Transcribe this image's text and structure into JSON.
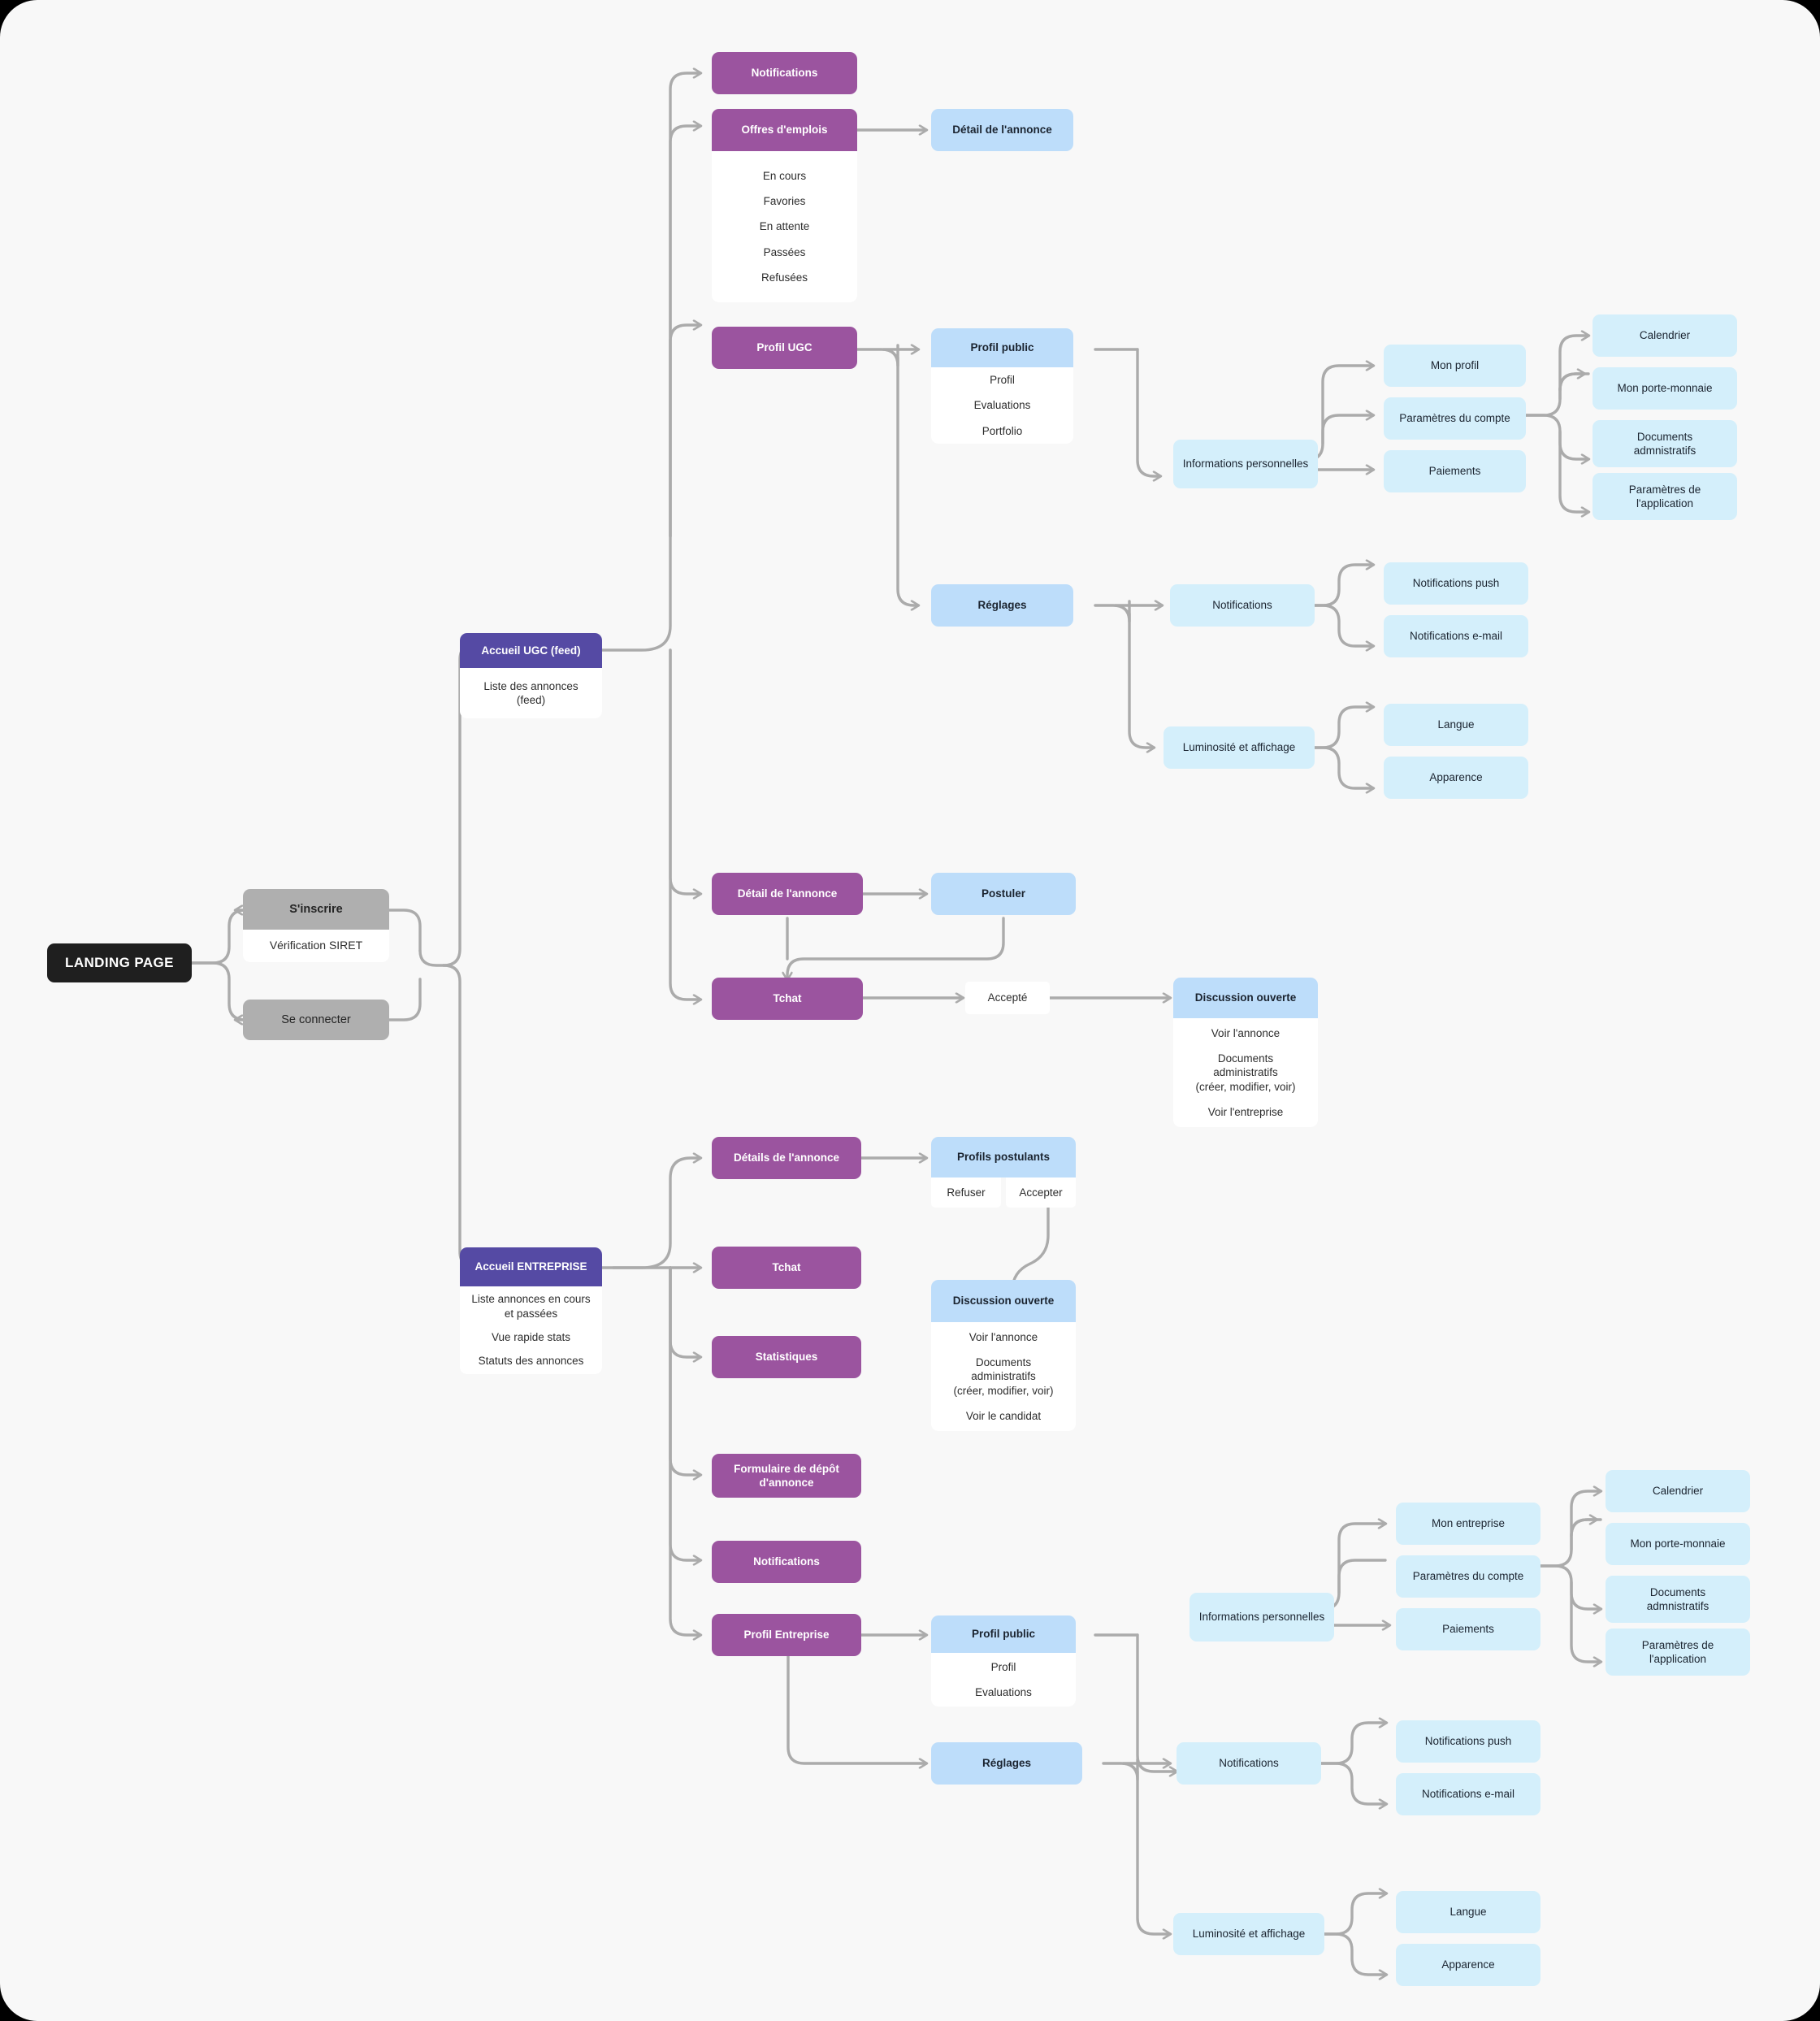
{
  "diagram": {
    "title": "LANDING PAGE",
    "colors": {
      "purple": "#9B549F",
      "dark_purple": "#554AA4",
      "blue": "#BDDDFA",
      "light_blue": "#D4EFFB",
      "grey": "#AFAFAF",
      "black": "#1F1F1F",
      "white": "#FFFFFF",
      "edge": "#AFAFAF",
      "background": "#F8F8F8"
    },
    "entry": {
      "landing_page": "LANDING PAGE",
      "signup": "S'inscrire",
      "signup_sub": "Vérification SIRET",
      "login": "Se connecter"
    },
    "ugc": {
      "home": "Accueil UGC (feed)",
      "home_sub": [
        "Liste des annonces",
        "(feed)"
      ],
      "notifications": "Notifications",
      "job_offers": "Offres d'emplois",
      "job_offers_sub": [
        "En cours",
        "Favories",
        "En attente",
        "Passées",
        "Refusées"
      ],
      "job_detail_top": "Détail de l'annonce",
      "profile": "Profil  UGC",
      "public_profile": "Profil public",
      "public_profile_sub": [
        "Profil",
        "Evaluations",
        "Portfolio"
      ],
      "settings": "Réglages",
      "announcement_detail": "Détail de l'annonce",
      "apply": "Postuler",
      "chat": "Tchat",
      "accepted": "Accepté",
      "open_discussion": "Discussion ouverte",
      "open_discussion_sub": [
        "Voir l'annonce",
        "Documents",
        "administratifs",
        "(créer, modifier, voir)",
        "Voir l'entreprise"
      ]
    },
    "ugc_account": {
      "personal_info": "Informations personnelles",
      "my_profile": "Mon profil",
      "account_settings": "Paramètres du compte",
      "payments": "Paiements",
      "calendar": "Calendrier",
      "wallet": "Mon porte-monnaie",
      "admin_docs": [
        "Documents",
        "admnistratifs"
      ],
      "app_settings": [
        "Paramètres de",
        "l'application"
      ]
    },
    "ugc_settings": {
      "notifications": "Notifications",
      "notifications_push": "Notifications push",
      "notifications_email": "Notifications e-mail",
      "brightness": "Luminosité et affichage",
      "language": "Langue",
      "appearance": "Apparence"
    },
    "company": {
      "home": "Accueil ENTREPRISE",
      "home_sub": [
        "Liste annonces en cours",
        "et passées",
        "Vue rapide stats",
        "Statuts des annonces"
      ],
      "announcement_details": "Détails de l'annonce",
      "applicant_profiles": "Profils postulants",
      "refuse": "Refuser",
      "accept": "Accepter",
      "open_discussion": "Discussion ouverte",
      "open_discussion_sub": [
        "Voir l'annonce",
        "Documents",
        "administratifs",
        "(créer, modifier, voir)",
        "Voir le candidat"
      ],
      "chat": "Tchat",
      "statistics": "Statistiques",
      "post_form": [
        "Formulaire de dépôt",
        "d'annonce"
      ],
      "notifications": "Notifications",
      "profile": "Profil Entreprise",
      "public_profile": "Profil public",
      "public_profile_sub": [
        "Profil",
        "Evaluations"
      ],
      "settings": "Réglages"
    },
    "company_account": {
      "personal_info": "Informations personnelles",
      "my_company": "Mon entreprise",
      "account_settings": "Paramètres du compte",
      "payments": "Paiements",
      "calendar": "Calendrier",
      "wallet": "Mon porte-monnaie",
      "admin_docs": [
        "Documents",
        "admnistratifs"
      ],
      "app_settings": [
        "Paramètres de",
        "l'application"
      ]
    },
    "company_settings": {
      "notifications": "Notifications",
      "notifications_push": "Notifications push",
      "notifications_email": "Notifications e-mail",
      "brightness": "Luminosité et affichage",
      "language": "Langue",
      "appearance": "Apparence"
    }
  }
}
